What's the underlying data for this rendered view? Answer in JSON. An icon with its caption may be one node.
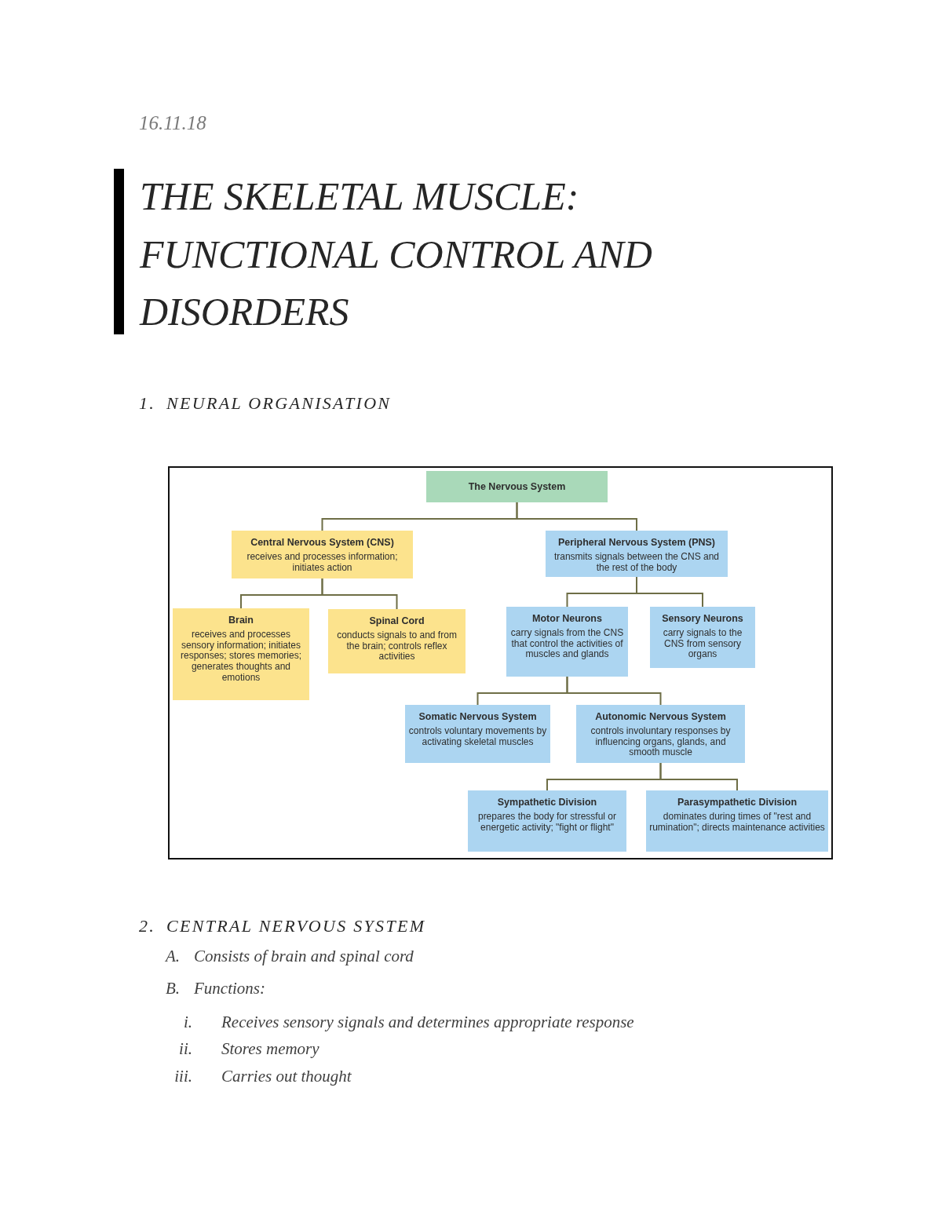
{
  "diagram": {
    "title": "THE SKELETAL MUSCLE: FUNCTIONAL CONTROL AND DISORDERS",
    "nodes": [
      {
        "text": [
          "The Nervous System"
        ]
      },
      {
        "text": [
          "Central Nervous System (CNS)",
          "receives and processes information; initiates action"
        ]
      },
      {
        "text": [
          "Peripheral Nervous System (PNS)",
          "transmits signals between the CNS and the rest of the body"
        ]
      },
      {
        "text": [
          "Brain",
          "receives and processes sensory information; initiates responses; stores memories; generates thoughts and emotions"
        ]
      },
      {
        "text": [
          "Spinal Cord",
          "conducts signals to and from the brain; controls reflex activities"
        ]
      },
      {
        "text": [
          "Motor Neurons",
          "carry signals from the CNS that control the activities of muscles and glands"
        ]
      },
      {
        "text": [
          "Sensory Neurons",
          "carry signals to the CNS from sensory organs"
        ]
      },
      {
        "text": [
          "Somatic Nervous System",
          "controls voluntary movements by activating skeletal muscles"
        ]
      },
      {
        "text": [
          "Autonomic Nervous System",
          "controls involuntary responses by influencing organs, glands, and smooth muscle"
        ]
      },
      {
        "text": [
          "Sympathetic Division",
          "prepares the body for stressful or energetic activity; \"fight or flight\""
        ]
      },
      {
        "text": [
          "Parasympathetic Division",
          "dominates during times of \"rest and rumination\"; directs maintenance activities"
        ]
      }
    ],
    "edges": [
      {
        "from": 0,
        "to": 1,
        "arrow": "none"
      },
      {
        "from": 0,
        "to": 2,
        "arrow": "none"
      },
      {
        "from": 1,
        "to": 3,
        "arrow": "none"
      },
      {
        "from": 1,
        "to": 4,
        "arrow": "none"
      },
      {
        "from": 2,
        "to": 5,
        "arrow": "none"
      },
      {
        "from": 2,
        "to": 6,
        "arrow": "none"
      },
      {
        "from": 5,
        "to": 7,
        "arrow": "none"
      },
      {
        "from": 5,
        "to": 8,
        "arrow": "none"
      },
      {
        "from": 8,
        "to": 9,
        "arrow": "none"
      },
      {
        "from": 8,
        "to": 10,
        "arrow": "none"
      }
    ],
    "labels": [
      "16.11.18",
      "1.",
      "NEURAL ORGANISATION",
      "2.",
      "CENTRAL NERVOUS SYSTEM",
      "A.",
      "Consists of brain and spinal cord",
      "B.",
      "Functions:",
      "i.",
      "Receives sensory signals and determines appropriate response",
      "ii.",
      "Stores memory",
      "iii.",
      "Carries out thought"
    ]
  }
}
